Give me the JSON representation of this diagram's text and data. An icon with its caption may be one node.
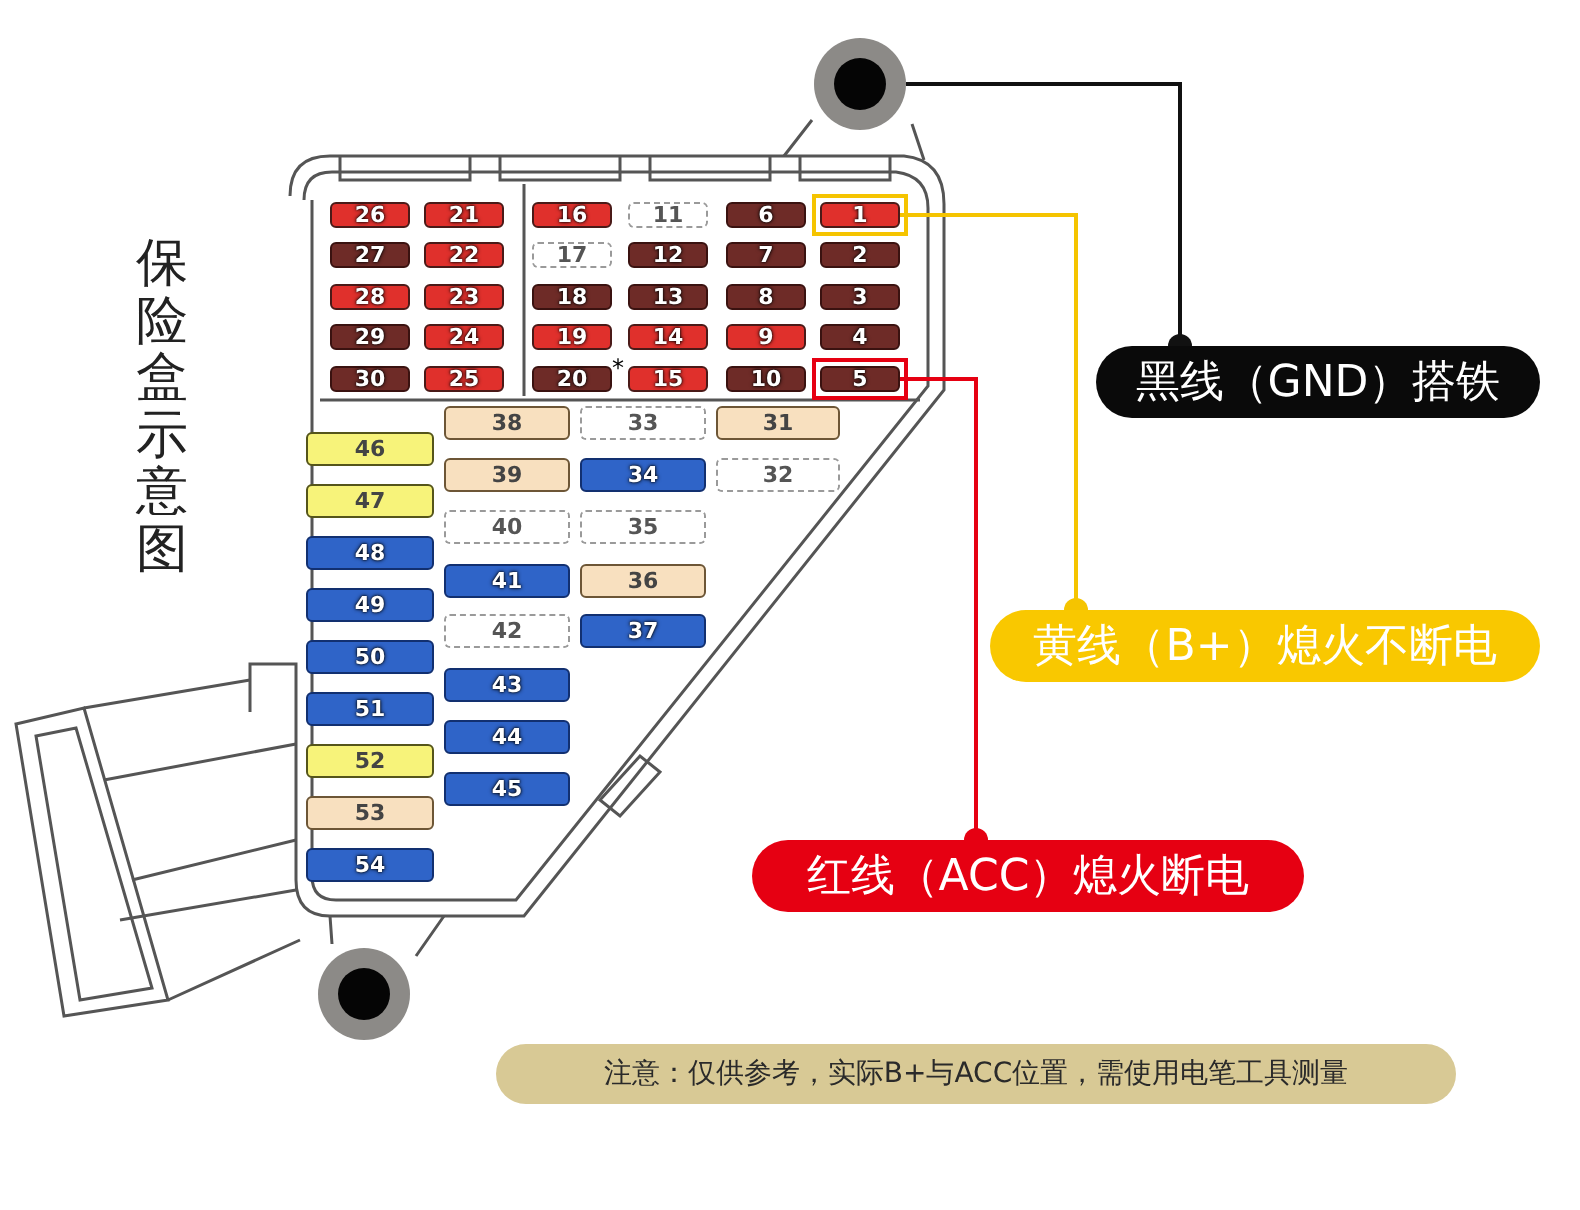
{
  "diagram": {
    "title": "保险盒示意图",
    "nodes": [
      {
        "text": [],
        "shape": "circle"
      },
      {
        "text": [
          "26"
        ]
      },
      {
        "text": [
          "21"
        ]
      },
      {
        "text": [
          "16"
        ]
      },
      {
        "text": [
          "11"
        ]
      },
      {
        "text": [
          "6"
        ]
      },
      {
        "text": [
          "1"
        ]
      },
      {
        "text": [
          "27"
        ]
      },
      {
        "text": [
          "22"
        ]
      },
      {
        "text": [
          "17"
        ]
      },
      {
        "text": [
          "12"
        ]
      },
      {
        "text": [
          "7"
        ]
      },
      {
        "text": [
          "2"
        ]
      },
      {
        "text": [
          "28"
        ]
      },
      {
        "text": [
          "23"
        ]
      },
      {
        "text": [
          "18"
        ]
      },
      {
        "text": [
          "13"
        ]
      },
      {
        "text": [
          "8"
        ]
      },
      {
        "text": [
          "3"
        ]
      },
      {
        "text": [
          "29"
        ]
      },
      {
        "text": [
          "24"
        ]
      },
      {
        "text": [
          "19"
        ]
      },
      {
        "text": [
          "14"
        ]
      },
      {
        "text": [
          "9"
        ]
      },
      {
        "text": [
          "4"
        ]
      },
      {
        "text": [
          "30"
        ]
      },
      {
        "text": [
          "25"
        ]
      },
      {
        "text": [
          "20"
        ]
      },
      {
        "text": [
          "15"
        ],
        "beside": [
          "*"
        ]
      },
      {
        "text": [
          "10"
        ]
      },
      {
        "text": [
          "5"
        ]
      },
      {
        "text": [
          "38"
        ]
      },
      {
        "text": [
          "33"
        ]
      },
      {
        "text": [
          "31"
        ]
      },
      {
        "text": [
          "46"
        ]
      },
      {
        "text": [
          "39"
        ]
      },
      {
        "text": [
          "34"
        ]
      },
      {
        "text": [
          "32"
        ]
      },
      {
        "text": [
          "47"
        ]
      },
      {
        "text": [
          "40"
        ]
      },
      {
        "text": [
          "35"
        ]
      },
      {
        "text": [
          "48"
        ]
      },
      {
        "text": [
          "41"
        ]
      },
      {
        "text": [
          "36"
        ]
      },
      {
        "text": [
          "49"
        ]
      },
      {
        "text": [
          "42"
        ]
      },
      {
        "text": [
          "37"
        ]
      },
      {
        "text": [
          "50"
        ]
      },
      {
        "text": [
          "43"
        ]
      },
      {
        "text": [
          "51"
        ]
      },
      {
        "text": [
          "44"
        ]
      },
      {
        "text": [
          "52"
        ]
      },
      {
        "text": [
          "45"
        ]
      },
      {
        "text": [
          "53"
        ]
      },
      {
        "text": [
          "54"
        ]
      },
      {
        "text": [
          "黑线（GND）搭铁"
        ]
      },
      {
        "text": [
          "黄线（B+）熄火不断电"
        ]
      },
      {
        "text": [
          "红线（ACC）熄火断电"
        ]
      },
      {
        "text": [],
        "shape": "circle"
      }
    ],
    "edges": [
      {
        "from": 0,
        "to": 55,
        "arrow": "other"
      },
      {
        "from": 6,
        "to": 56,
        "arrow": "other",
        "color": "#f5c400"
      },
      {
        "from": 30,
        "to": 57,
        "arrow": "other",
        "color": "#e60012"
      }
    ],
    "labels": [
      "注意：仅供参考，实际B+与ACC位置，需使用电笔工具测量"
    ]
  }
}
